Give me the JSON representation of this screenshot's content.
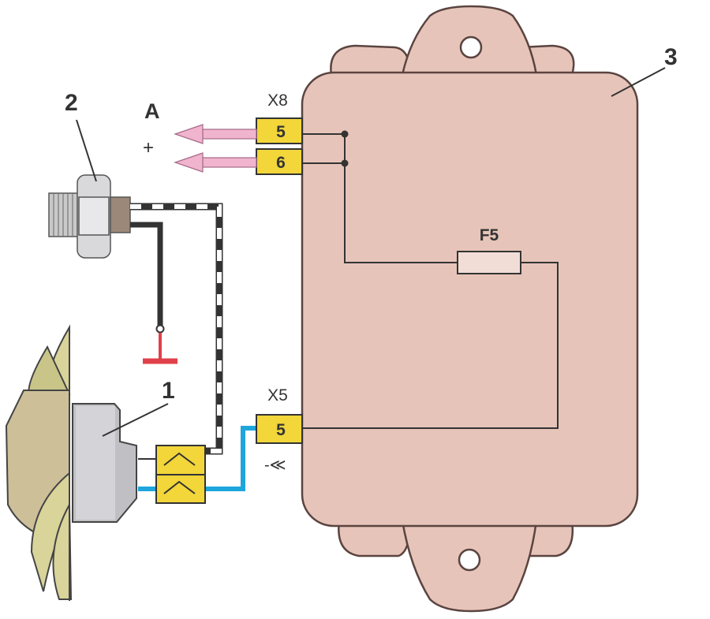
{
  "callouts": {
    "fan": "1",
    "sensor": "2",
    "relay_block": "3"
  },
  "output_label": "A",
  "polarity_sign": "+",
  "connector_x8": {
    "name": "X8",
    "pins": [
      "5",
      "6"
    ]
  },
  "connector_x5": {
    "name": "X5",
    "pins": [
      "5"
    ],
    "symbol": "-≪"
  },
  "fuse": {
    "name": "F5"
  },
  "colors": {
    "block": "#e7c4b9",
    "connector": "#f2d63a",
    "wire_blue": "#1ea6dc",
    "ground": "#e0404a",
    "arrow": "#f0b4cf"
  }
}
